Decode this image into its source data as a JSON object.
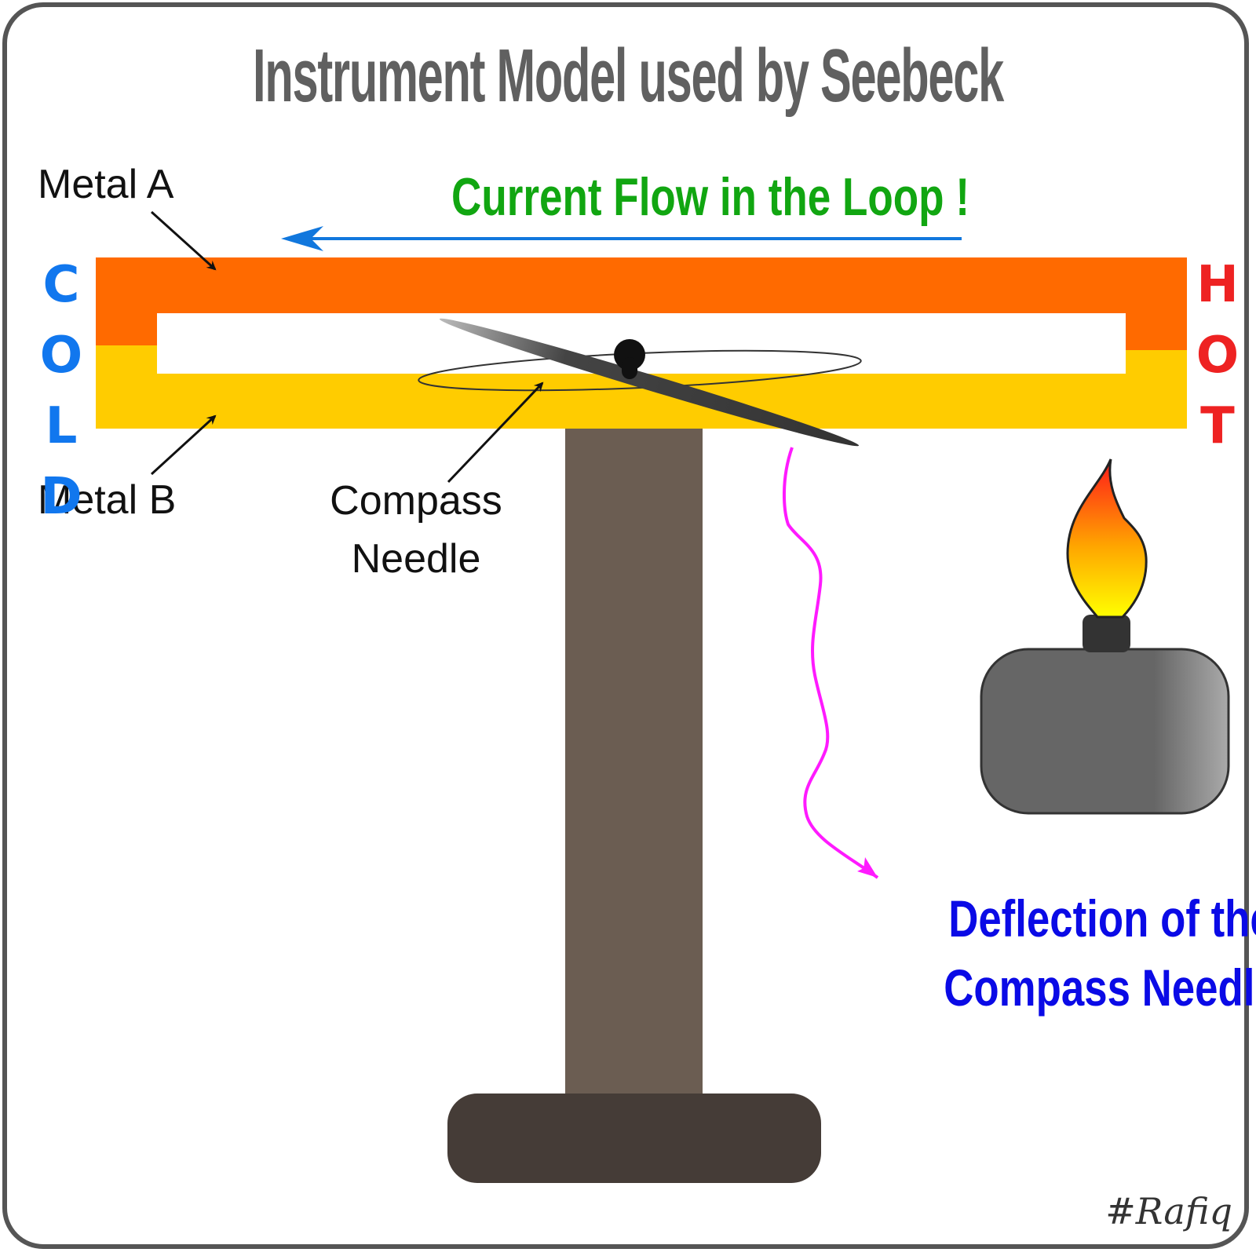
{
  "title": "Instrument Model used by Seebeck",
  "current_label": "Current Flow in the Loop !",
  "labels": {
    "metal_a": "Metal A",
    "metal_b": "Metal B",
    "compass_line1": "Compass",
    "compass_line2": "Needle"
  },
  "cold_letters": [
    "C",
    "O",
    "L",
    "D"
  ],
  "hot_letters": [
    "H",
    "O",
    "T"
  ],
  "deflection": {
    "line1": "Deflection of the",
    "line2": "Compass Needle"
  },
  "signature": "#Rafiq",
  "colors": {
    "metal_a": "#ff6a00",
    "metal_b": "#ffcc00",
    "current_arrow": "#1177dd",
    "deflection_arrow": "#ff1aff",
    "stand": "#6b5d52",
    "base": "#453c37",
    "cold": "#1177ee",
    "hot": "#ee2222"
  }
}
